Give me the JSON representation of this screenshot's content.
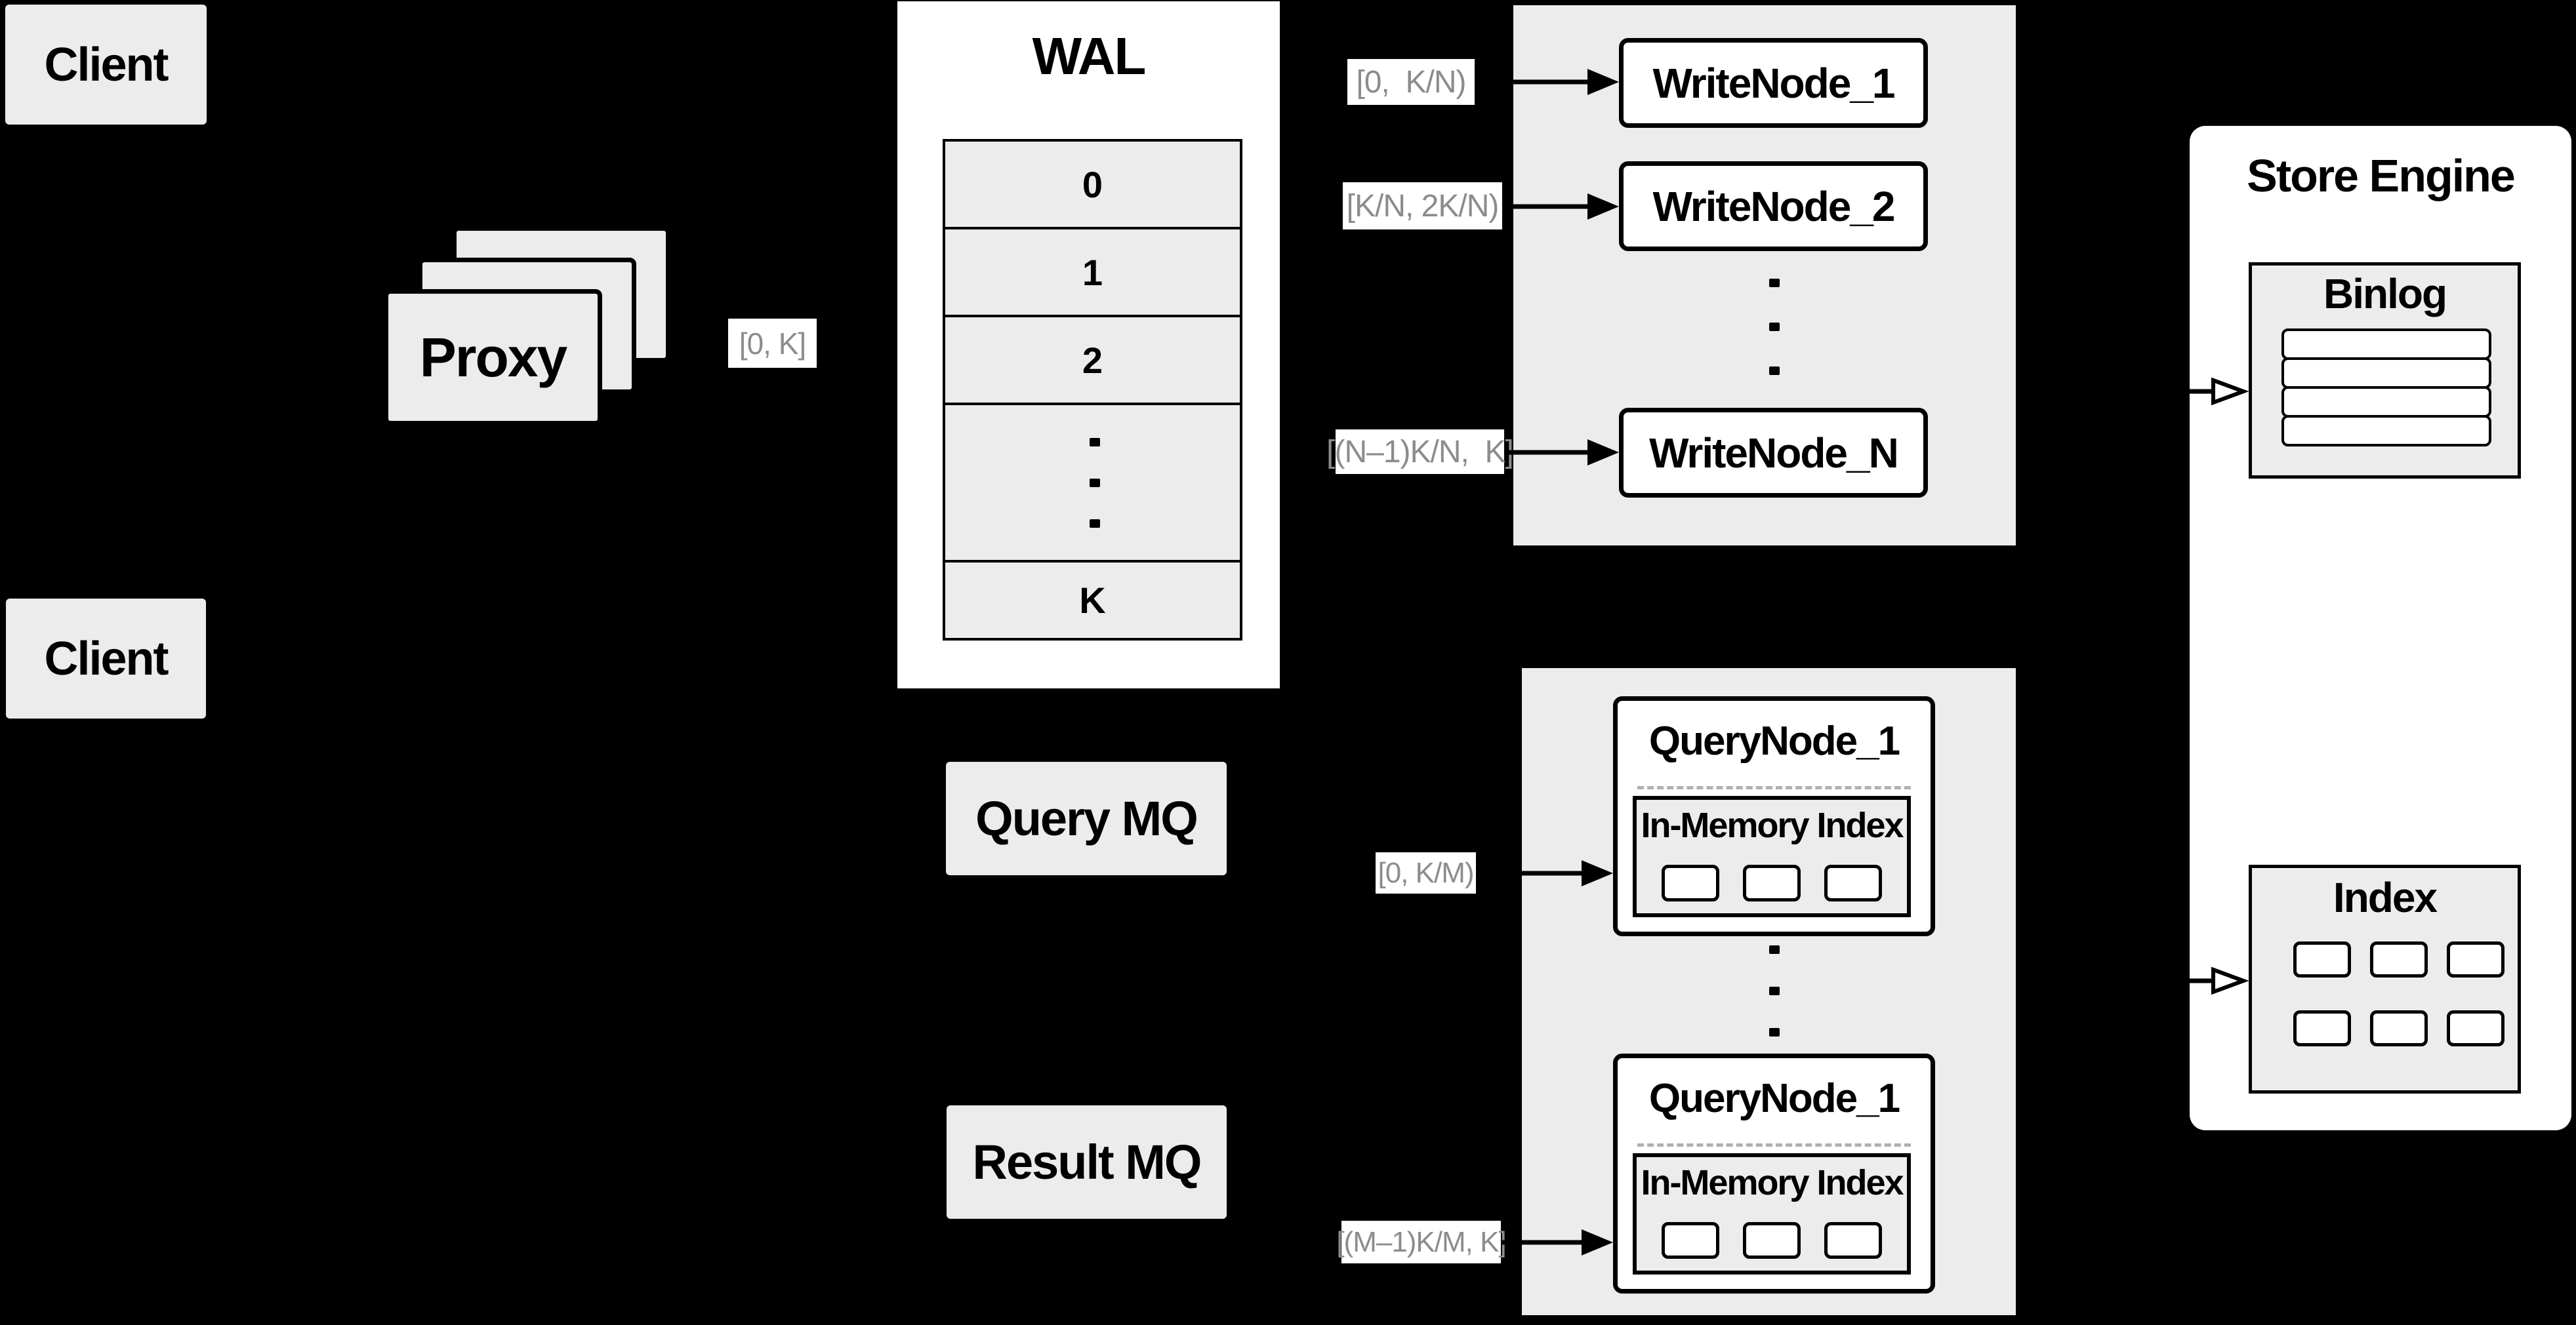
{
  "colors": {
    "background": "#000000",
    "panel_gray": "#ececec",
    "white": "#ffffff",
    "line_black": "#000000",
    "label_gray": "#8c8c8c",
    "dash_gray": "#b0b0b0"
  },
  "clients": {
    "top": "Client",
    "bottom": "Client"
  },
  "proxy": {
    "title": "Proxy"
  },
  "range_labels": {
    "proxy_to_wal": "[0, K]",
    "write_1": "[0,  K/N)",
    "write_2": "[K/N, 2K/N)",
    "write_n": "[(N–1)K/N,  K]",
    "query_1": "[0, K/M)",
    "query_m": "[(M–1)K/M, K]"
  },
  "wal": {
    "title": "WAL",
    "segments": [
      "0",
      "1",
      "2"
    ],
    "last_segment": "K"
  },
  "write_nodes": {
    "items": [
      "WriteNode_1",
      "WriteNode_2",
      "WriteNode_N"
    ]
  },
  "query_nodes": {
    "items": [
      {
        "title": "QueryNode_1",
        "subtitle": "In-Memory Index"
      },
      {
        "title": "QueryNode_1",
        "subtitle": "In-Memory Index"
      }
    ]
  },
  "message_queues": {
    "query": "Query MQ",
    "result": "Result MQ"
  },
  "store_engine": {
    "title": "Store Engine",
    "binlog_title": "Binlog",
    "index_title": "Index"
  }
}
